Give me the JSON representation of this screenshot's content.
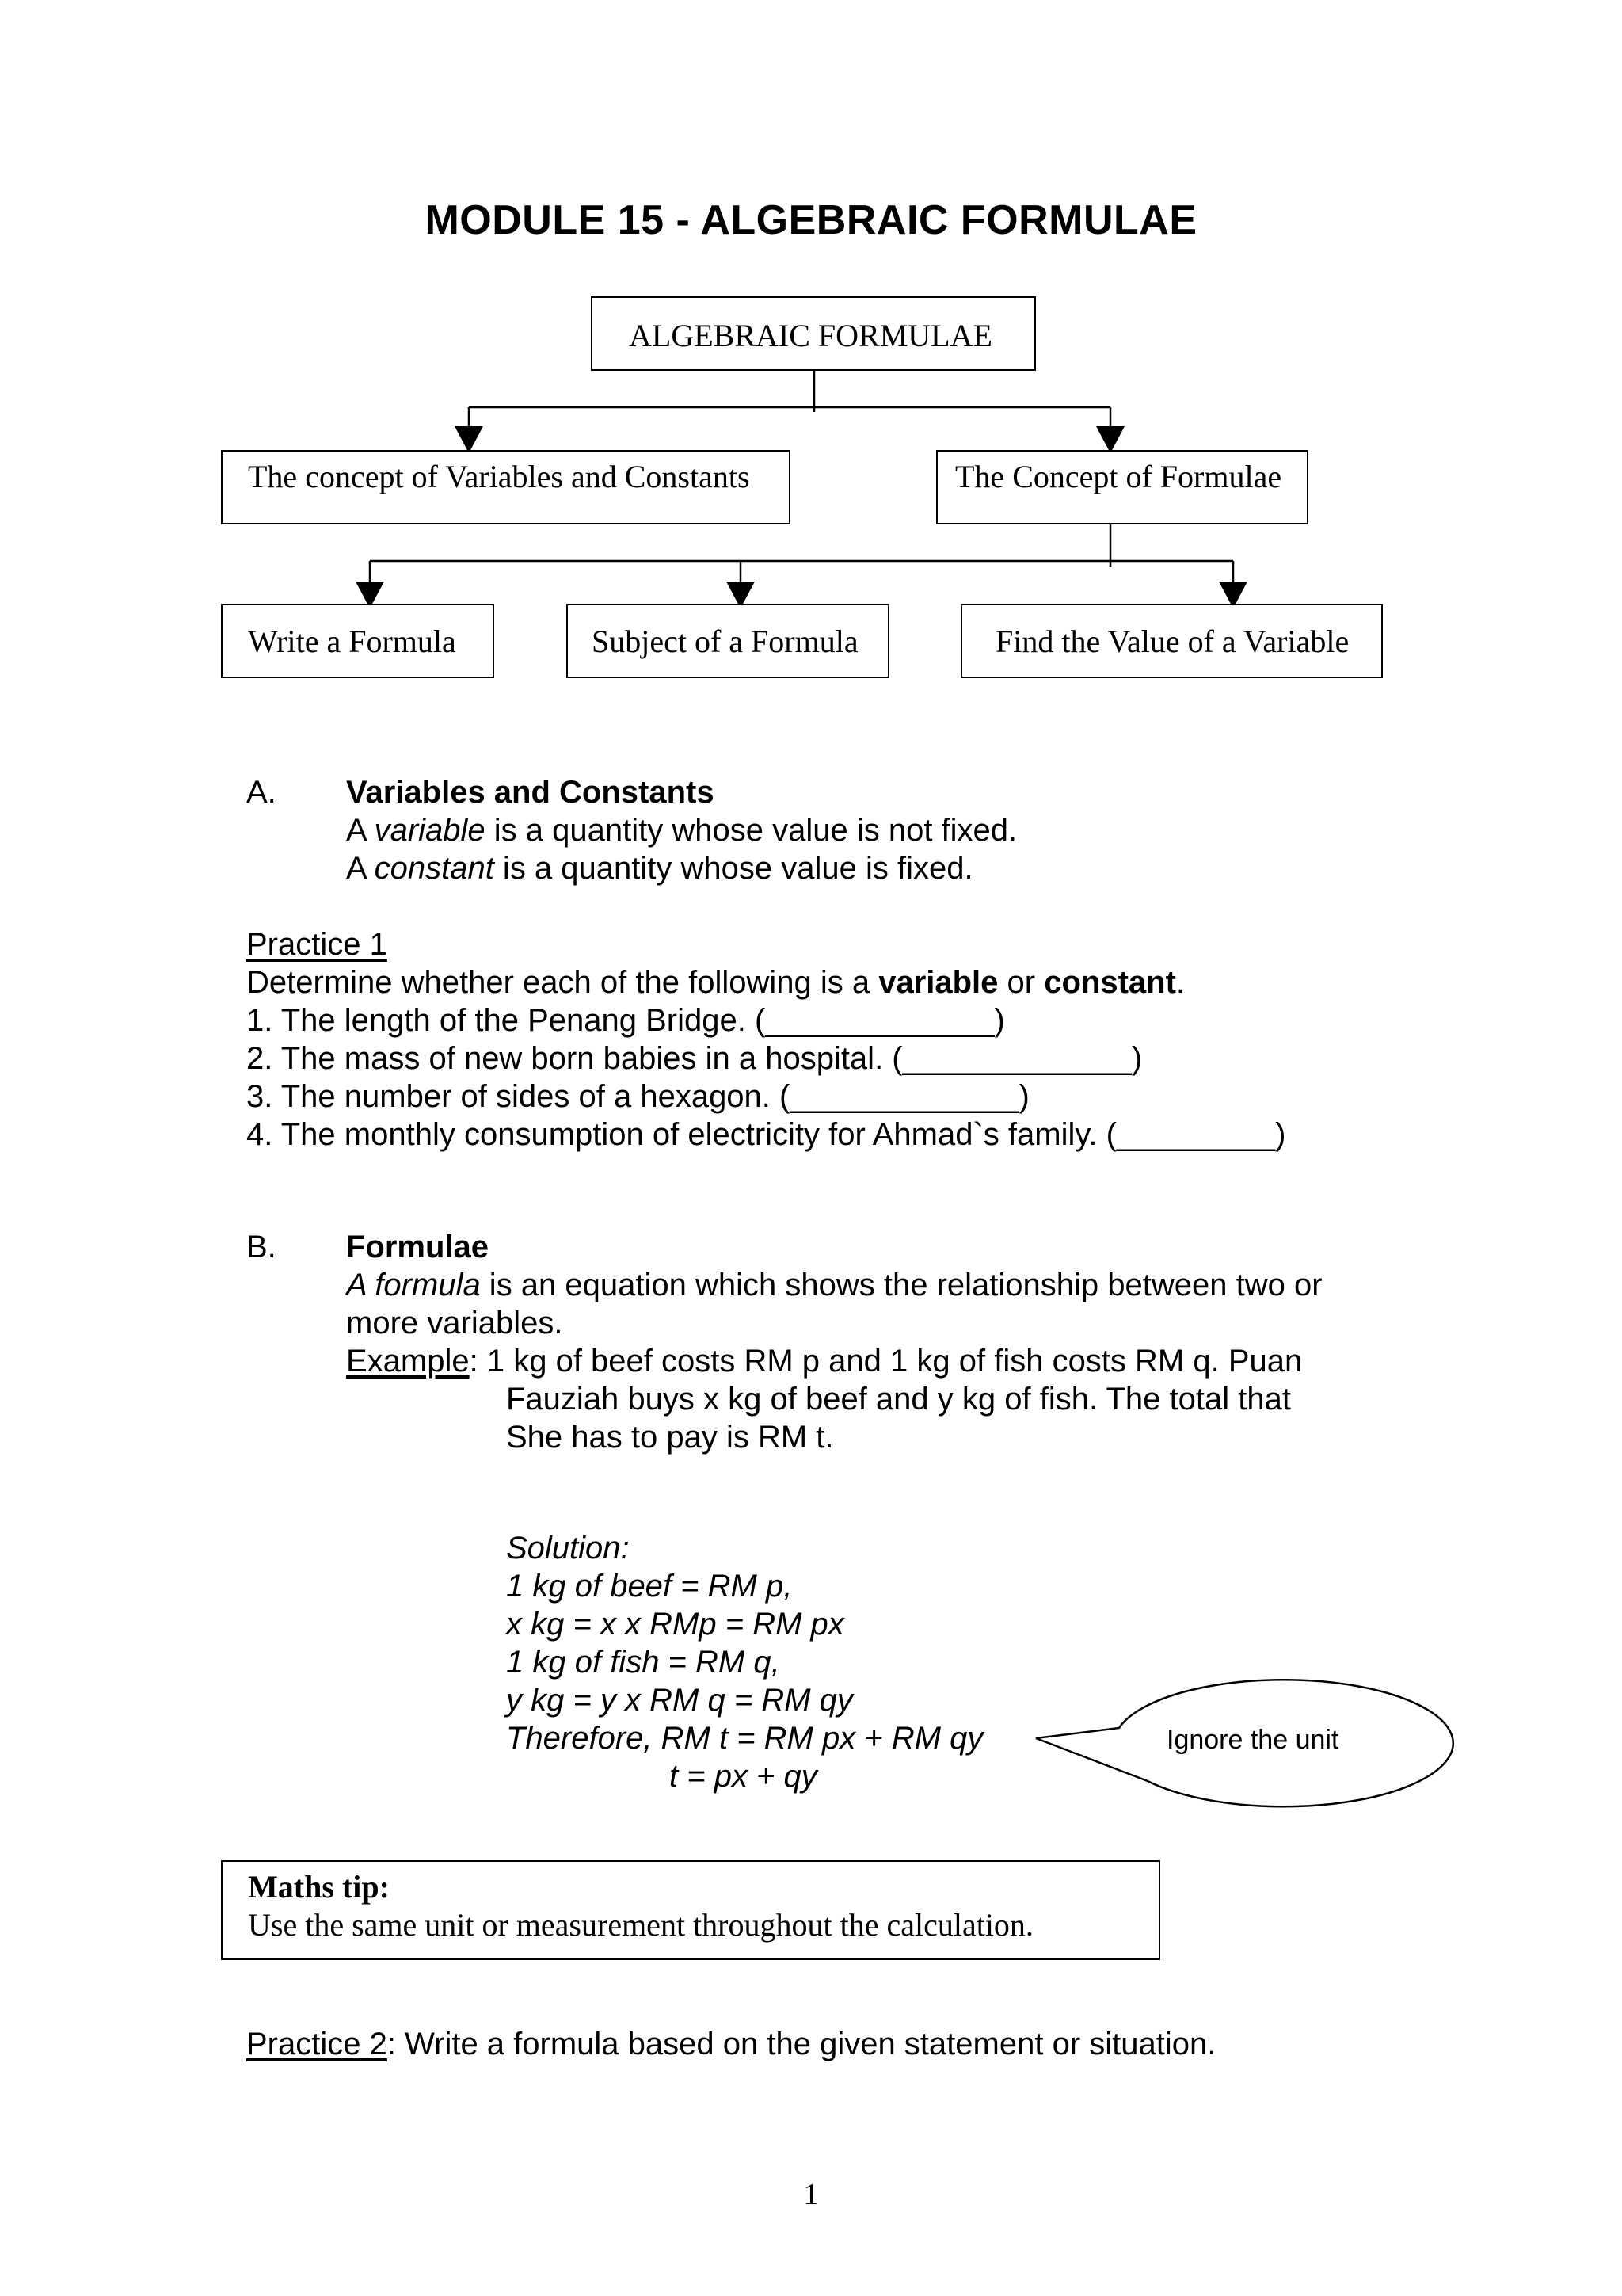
{
  "page": {
    "title": "MODULE 15 - ALGEBRAIC FORMULAE",
    "page_number": "1"
  },
  "diagram": {
    "root": "ALGEBRAIC FORMULAE",
    "level1": [
      "The concept of Variables and Constants",
      "The Concept of Formulae"
    ],
    "level2": [
      "Write a Formula",
      "Subject of a Formula",
      "Find the Value of a Variable"
    ]
  },
  "sectionA": {
    "letter": "A.",
    "heading": "Variables and Constants",
    "line1_pre": "A ",
    "line1_term": "variable",
    "line1_post": " is a quantity whose value is not fixed.",
    "line2_pre": "A ",
    "line2_term": "constant",
    "line2_post": " is a quantity whose value is fixed."
  },
  "practice1": {
    "title": "Practice 1",
    "instr_pre": "Determine whether each of the following is a ",
    "instr_b1": "variable",
    "instr_mid": " or ",
    "instr_b2": "constant",
    "instr_post": ".",
    "items": [
      "1. The length of the Penang Bridge. (_____________)",
      "2. The mass of new born babies in a hospital. (_____________)",
      "3. The number of sides of a hexagon.  (_____________)",
      "4. The monthly consumption of electricity for Ahmad`s family. (_________)"
    ]
  },
  "sectionB": {
    "letter": "B.",
    "heading": "Formulae",
    "def_term": "A formula",
    "def_line1_post": " is an equation which shows the relationship between two or",
    "def_line2": "more variables.",
    "example_label": "Example",
    "example_colon": ":  1 kg of beef costs RM p  and  1 kg of fish costs RM q.  Puan",
    "example_line2": "Fauziah buys  x kg of beef and  y kg of fish. The total that",
    "example_line3": "She has to pay is  RM t.",
    "solution": [
      "Solution:",
      "1 kg of beef = RM p,",
      "x kg = x x RMp = RM px",
      "1 kg of fish = RM q,",
      "y kg = y x RM q = RM qy",
      "Therefore, RM t = RM px + RM qy",
      "t = px + qy"
    ],
    "callout": "Ignore the unit"
  },
  "tip": {
    "heading": "Maths tip:",
    "text": "Use the same unit or measurement throughout the calculation."
  },
  "practice2": {
    "title": "Practice 2",
    "text": ": Write a formula based on the given statement or situation."
  }
}
